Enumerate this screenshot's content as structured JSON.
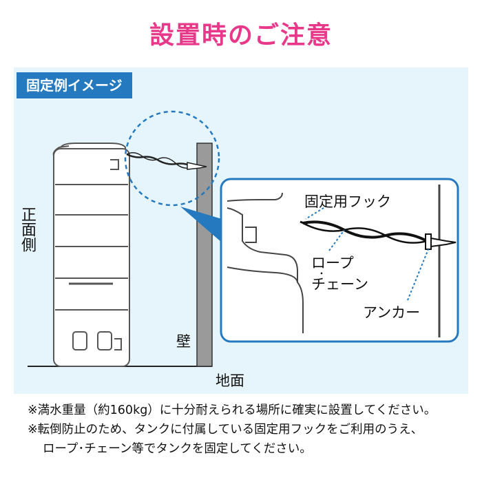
{
  "title": "設置時のご注意",
  "panel": {
    "tab_label": "固定例イメージ"
  },
  "diagram": {
    "front_side_label": "正面側",
    "wall_label": "壁",
    "ground_label": "地面",
    "hook_label": "固定用フック",
    "rope_label": "ロープ",
    "chain_label": "チェーン",
    "anchor_label": "アンカー"
  },
  "notes": [
    "※満水重量（約160kg）に十分耐えられる場所に確実に設置してください。",
    "※転倒防止のため、タンクに付属している固定用フックをご利用のうえ、",
    "ロープ･チェーン等でタンクを固定してください。"
  ],
  "colors": {
    "title": "#e8388a",
    "tab_background": "#2479bf",
    "panel_background": "#e6f5fb",
    "callout_blue": "#2479bf",
    "wall_gray": "#999999"
  }
}
